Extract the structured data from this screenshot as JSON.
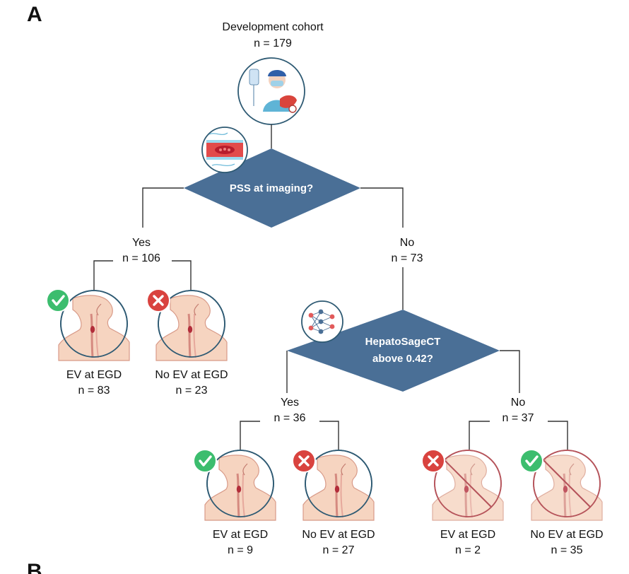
{
  "panel_labels": {
    "a": "A",
    "b": "B"
  },
  "root": {
    "title": "Development cohort",
    "n": "n = 179",
    "icon": "patient-liver-icon"
  },
  "decision1": {
    "text": "PSS at imaging?",
    "icon": "blood-vessel-icon"
  },
  "d1_yes": {
    "label": "Yes",
    "n": "n = 106"
  },
  "d1_no": {
    "label": "No",
    "n": "n = 73"
  },
  "pss_ev": {
    "label": "EV at EGD",
    "n": "n = 83"
  },
  "pss_noev": {
    "label": "No EV at EGD",
    "n": "n = 23"
  },
  "decision2": {
    "line1": "HepatoSageCT",
    "line2": "above  0.42?",
    "icon": "neural-network-icon"
  },
  "d2_yes": {
    "label": "Yes",
    "n": "n = 36"
  },
  "d2_no": {
    "label": "No",
    "n": "n = 37"
  },
  "hs_yes_ev": {
    "label": "EV at EGD",
    "n": "n = 9"
  },
  "hs_yes_noev": {
    "label": "No EV at EGD",
    "n": "n = 27"
  },
  "hs_no_ev": {
    "label": "EV at EGD",
    "n": "n = 2"
  },
  "hs_no_noev": {
    "label": "No EV at EGD",
    "n": "n = 35"
  },
  "colors": {
    "diamond": "#4a6f96",
    "ring_blue": "#2e5a73",
    "ring_red": "#b5535a",
    "check": "#3cbd6e",
    "cross": "#d9433f",
    "skin": "#f6d4c0",
    "bg": "#ffffff"
  }
}
